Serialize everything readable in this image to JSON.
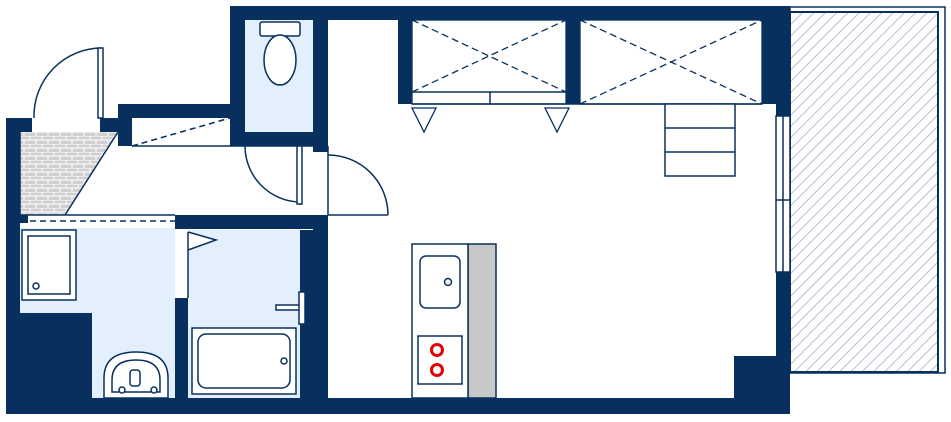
{
  "floor_plan": {
    "colors": {
      "wall": "#08305e",
      "wet_area": "#e3effc",
      "counter": "#c8c8c8",
      "burner": "#e60000",
      "balcony_hatch": "#b9bdd6",
      "line": "#08305e",
      "entrance_tile": "#d0d0d0"
    },
    "rooms": [
      {
        "id": "main-room",
        "label": ""
      },
      {
        "id": "entrance",
        "label": ""
      },
      {
        "id": "toilet",
        "label": ""
      },
      {
        "id": "bathroom",
        "label": ""
      },
      {
        "id": "washroom",
        "label": ""
      },
      {
        "id": "kitchen",
        "label": ""
      },
      {
        "id": "closet",
        "label": ""
      },
      {
        "id": "loft-ladder",
        "label": ""
      },
      {
        "id": "balcony",
        "label": ""
      }
    ],
    "icons": [
      "door-swing-icon",
      "toilet-icon",
      "bathtub-icon",
      "washbasin-icon",
      "sink-icon",
      "stove-icon",
      "washing-machine-icon"
    ]
  }
}
